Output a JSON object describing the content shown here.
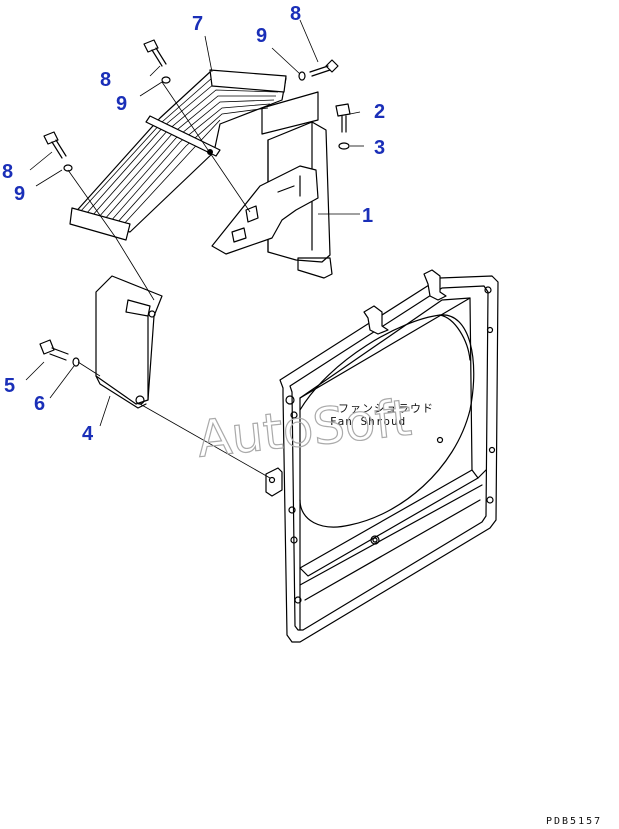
{
  "callouts": [
    {
      "id": "c1",
      "text": "1"
    },
    {
      "id": "c2",
      "text": "2"
    },
    {
      "id": "c3",
      "text": "3"
    },
    {
      "id": "c4",
      "text": "4"
    },
    {
      "id": "c5",
      "text": "5"
    },
    {
      "id": "c6",
      "text": "6"
    },
    {
      "id": "c7",
      "text": "7"
    },
    {
      "id": "c8a",
      "text": "8"
    },
    {
      "id": "c8b",
      "text": "8"
    },
    {
      "id": "c8c",
      "text": "8"
    },
    {
      "id": "c9a",
      "text": "9"
    },
    {
      "id": "c9b",
      "text": "9"
    },
    {
      "id": "c9c",
      "text": "9"
    }
  ],
  "labels": {
    "fan_shroud_jp": "ファンシュラウド",
    "fan_shroud": "Fan Shroud",
    "watermark": "AutoSoft",
    "drawing_code": "PDB5157"
  },
  "colors": {
    "callout": "#1a2fb8",
    "line": "#000000",
    "watermark": "#aaaaaa"
  }
}
